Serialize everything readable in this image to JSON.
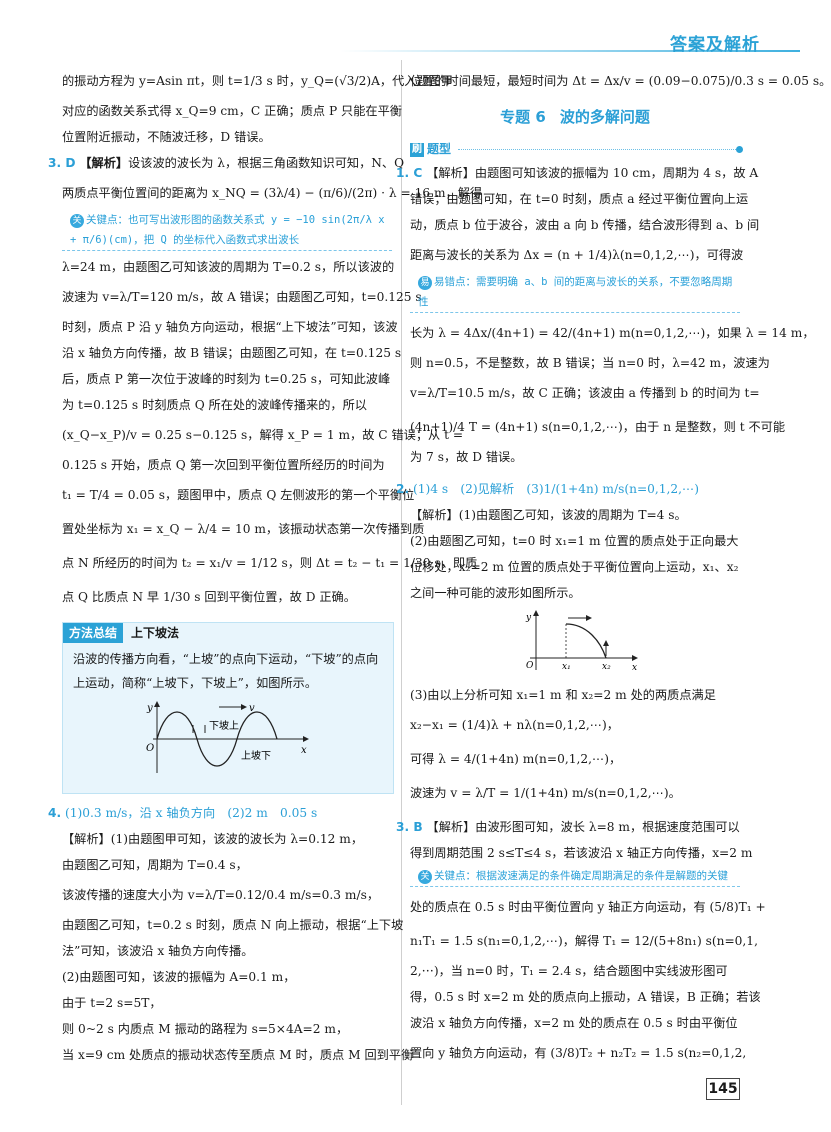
{
  "header": {
    "title": "答案及解析"
  },
  "left": {
    "lines": [
      "的振动方程为 y=Asin πt，则 t=1/3 s 时，y_Q=(√3/2)A，代入题图甲",
      "对应的函数关系式得 x_Q=9 cm，C 正确；质点 P 只能在平衡",
      "位置附近振动，不随波迁移，D 错误。"
    ],
    "q3": {
      "num": "3. D",
      "tag": "【解析】",
      "lines": [
        "设该波的波长为 λ，根据三角函数知识可知，N、Q",
        "两质点平衡位置间的距离为 x_NQ = (3λ/4) − (π/6)/(2π) · λ = 16 m，解得"
      ],
      "tip": "关键点：也可写出波形图的函数关系式 y = −10 sin(2π/λ x + π/6)(cm)，把 Q 的坐标代入函数式求出波长",
      "lines2": [
        "λ=24 m，由题图乙可知该波的周期为 T=0.2 s，所以该波的",
        "波速为 v=λ/T=120 m/s，故 A 错误；由题图乙可知，t=0.125 s",
        "时刻，质点 P 沿 y 轴负方向运动，根据“上下坡法”可知，该波",
        "沿 x 轴负方向传播，故 B 错误；由题图乙可知，在 t=0.125 s",
        "后，质点 P 第一次位于波峰的时刻为 t=0.25 s，可知此波峰",
        "为 t=0.125 s 时刻质点 Q 所在处的波峰传播来的，所以",
        "(x_Q−x_P)/v = 0.25 s−0.125 s，解得 x_P = 1 m，故 C 错误；从 t =",
        "0.125 s 开始，质点 Q 第一次回到平衡位置所经历的时间为",
        "t₁ = T/4 = 0.05 s，题图甲中，质点 Q 左侧波形的第一个平衡位",
        "置处坐标为 x₁ = x_Q − λ/4 = 10 m，该振动状态第一次传播到质",
        "点 N 所经历的时间为 t₂ = x₁/v = 1/12 s，则 Δt = t₂ − t₁ = 1/30 s，即质",
        "点 Q 比质点 N 早 1/30 s 回到平衡位置，故 D 正确。"
      ]
    },
    "method": {
      "label": "方法总结",
      "title": "上下坡法",
      "body": "沿波的传播方向看，“上坡”的点向下运动，“下坡”的点向上运动，简称“上坡下，下坡上”，如图所示。",
      "fig_label_up": "下坡上",
      "fig_label_down": "上坡下",
      "fig_axis_y": "y",
      "fig_axis_x": "x",
      "fig_origin": "O",
      "fig_v": "v"
    },
    "q4": {
      "num": "4.",
      "answer": "(1)0.3 m/s，沿 x 轴负方向　(2)2 m　0.05 s",
      "lines": [
        "【解析】(1)由题图甲可知，该波的波长为 λ=0.12 m，",
        "由题图乙可知，周期为 T=0.4 s，",
        "该波传播的速度大小为 v=λ/T=0.12/0.4 m/s=0.3 m/s，",
        "由题图乙可知，t=0.2 s 时刻，质点 N 向上振动，根据“上下坡",
        "法”可知，该波沿 x 轴负方向传播。",
        "(2)由题图可知，该波的振幅为 A=0.1 m，",
        "由于 t=2 s=5T，",
        "则 0~2 s 内质点 M 振动的路程为 s=5×4A=2 m，",
        "当 x=9 cm 处质点的振动状态传至质点 M 时，质点 M 回到平衡"
      ]
    }
  },
  "right": {
    "top_line": "位置的时间最短，最短时间为 Δt = Δx/v = (0.09−0.075)/0.3 s = 0.05 s。",
    "section": {
      "prefix": "专题 6",
      "title": "波的多解问题"
    },
    "subhead": {
      "icon": "刷",
      "text": "题型"
    },
    "q1": {
      "num": "1. C",
      "lines": [
        "【解析】由题图可知该波的振幅为 10 cm，周期为 4 s，故 A",
        "错误；由题图可知，在 t=0 时刻，质点 a 经过平衡位置向上运",
        "动，质点 b 位于波谷，波由 a 向 b 传播，结合波形得到 a、b 间",
        "距离与波长的关系为 Δx = (n + 1/4)λ(n=0,1,2,⋯)，可得波"
      ],
      "tip": "易错点：需要明确 a、b 间的距离与波长的关系，不要忽略周期性",
      "lines2": [
        "长为 λ = 4Δx/(4n+1) = 42/(4n+1) m(n=0,1,2,⋯)，如果 λ = 14 m，",
        "则 n=0.5，不是整数，故 B 错误；当 n=0 时，λ=42 m，波速为",
        "v=λ/T=10.5 m/s，故 C 正确；该波由 a 传播到 b 的时间为 t=",
        "(4n+1)/4 T = (4n+1) s(n=0,1,2,⋯)，由于 n 是整数，则 t 不可能",
        "为 7 s，故 D 错误。"
      ]
    },
    "q2": {
      "num": "2.",
      "answer": "(1)4 s　(2)见解析　(3)1/(1+4n) m/s(n=0,1,2,⋯)",
      "lines": [
        "【解析】(1)由题图乙可知，该波的周期为 T=4 s。",
        "(2)由题图乙可知，t=0 时 x₁=1 m 位置的质点处于正向最大",
        "位移处，x₂=2 m 位置的质点处于平衡位置向上运动，x₁、x₂",
        "之间一种可能的波形如图所示。"
      ],
      "fig": {
        "y": "y",
        "x": "x",
        "o": "O",
        "x1": "x₁",
        "x2": "x₂"
      },
      "lines2": [
        "(3)由以上分析可知 x₁=1 m 和 x₂=2 m 处的两质点满足",
        "x₂−x₁ = (1/4)λ + nλ(n=0,1,2,⋯)，",
        "可得 λ = 4/(1+4n) m(n=0,1,2,⋯)，",
        "波速为 v = λ/T = 1/(1+4n) m/s(n=0,1,2,⋯)。"
      ]
    },
    "q3": {
      "num": "3. B",
      "lines": [
        "【解析】由波形图可知，波长 λ=8 m，根据速度范围可以",
        "得到周期范围 2 s≤T≤4 s，若该波沿 x 轴正方向传播，x=2 m"
      ],
      "tip": "关键点：根据波速满足的条件确定周期满足的条件是解题的关键",
      "lines2": [
        "处的质点在 0.5 s 时由平衡位置向 y 轴正方向运动，有 (5/8)T₁ +",
        "n₁T₁ = 1.5 s(n₁=0,1,2,⋯)，解得 T₁ = 12/(5+8n₁) s(n=0,1,",
        "2,⋯)，当 n=0 时，T₁ = 2.4 s，结合题图中实线波形图可",
        "得，0.5 s 时 x=2 m 处的质点向上振动，A 错误，B 正确；若该",
        "波沿 x 轴负方向传播，x=2 m 处的质点在 0.5 s 时由平衡位",
        "置向 y 轴负方向运动，有 (3/8)T₂ + n₂T₂ = 1.5 s(n₂=0,1,2,"
      ]
    },
    "page_number": "145"
  }
}
